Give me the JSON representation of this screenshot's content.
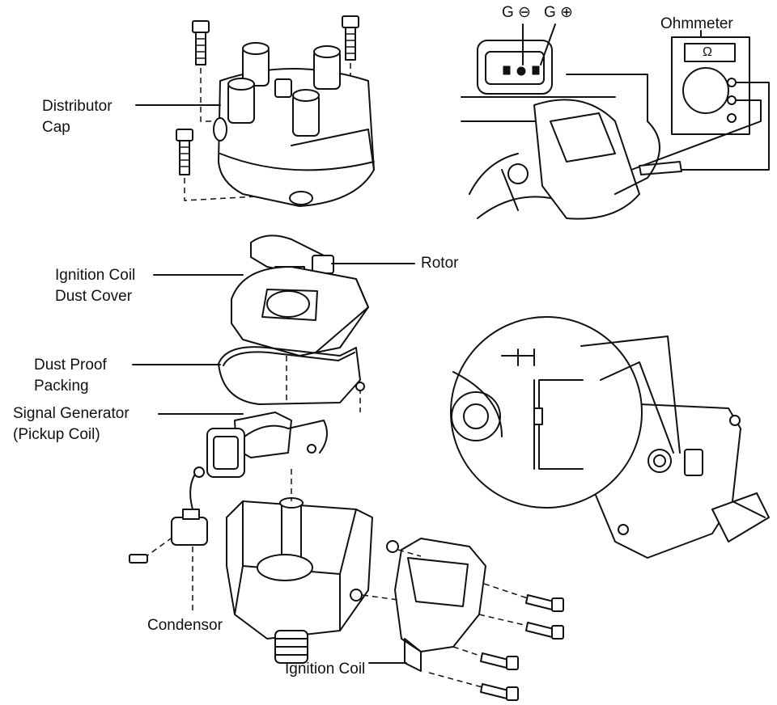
{
  "labels": {
    "distributor_cap_1": "Distributor",
    "distributor_cap_2": "Cap",
    "ohmmeter": "Ohmmeter",
    "terminal_g_minus": "G ⊖",
    "terminal_g_plus": "G ⊕",
    "meter_symbol": "Ω",
    "ignition_coil_dust_cover_1": "Ignition Coil",
    "ignition_coil_dust_cover_2": "Dust Cover",
    "rotor": "Rotor",
    "dust_proof_packing_1": "Dust Proof",
    "dust_proof_packing_2": "Packing",
    "signal_generator_1": "Signal Generator",
    "signal_generator_2": "(Pickup Coil)",
    "condensor": "Condensor",
    "ignition_coil": "Ignition Coil"
  }
}
